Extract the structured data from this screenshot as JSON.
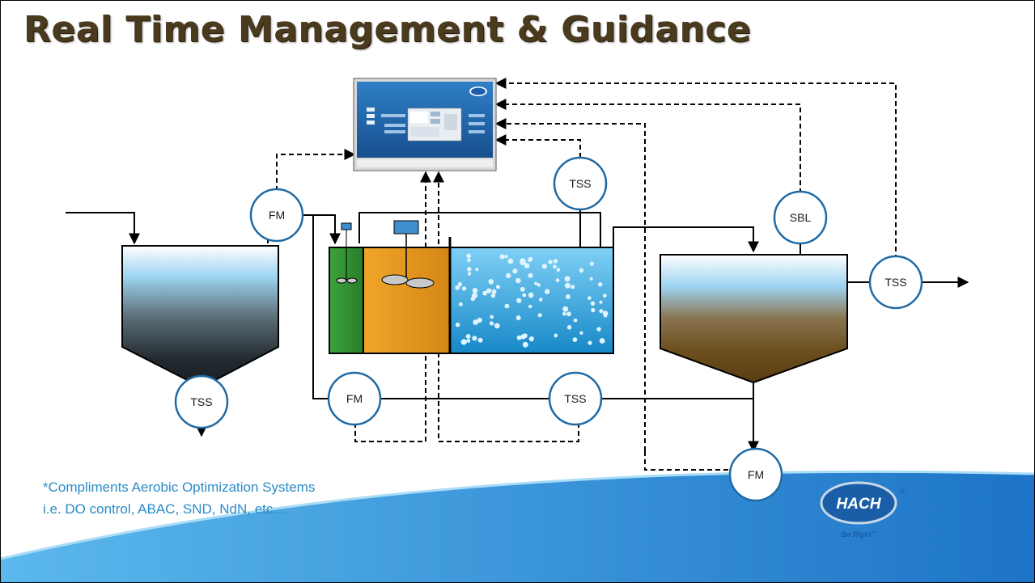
{
  "slide": {
    "title": "Real Time Management & Guidance",
    "footnote_line1": "*Compliments Aerobic Optimization Systems",
    "footnote_line2": "i.e. DO control, ABAC, SND, NdN, etc…"
  },
  "instruments": {
    "fm_influent": "FM",
    "tss_primary_underflow": "TSS",
    "tss_aeration": "TSS",
    "sbl_clarifier": "SBL",
    "tss_effluent": "TSS",
    "fm_return": "FM",
    "tss_return": "TSS",
    "fm_waste": "FM"
  },
  "logo": {
    "brand": "HACH",
    "tagline": "Be Right",
    "trademark": "™",
    "registered": "®"
  },
  "colors": {
    "instrument_ring": "#1f6aa5",
    "accent_blue": "#2a8bc8",
    "anoxic_green": "#2e8b2e",
    "anaerobic_orange": "#e0951c",
    "aeration_blue": "#1e9ad6",
    "title_brown": "#4a3a1e"
  }
}
